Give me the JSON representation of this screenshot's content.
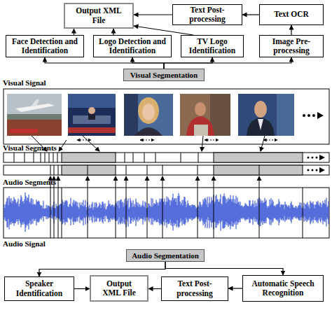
{
  "diagram": {
    "nodes": [
      {
        "text": [
          "Output XML File"
        ]
      },
      {
        "text": [
          "Text Post-processing"
        ]
      },
      {
        "text": [
          "Text OCR"
        ]
      },
      {
        "text": [
          "Face Detection and Identification"
        ]
      },
      {
        "text": [
          "Logo Detection and Identification"
        ]
      },
      {
        "text": [
          "TV Logo Identification"
        ]
      },
      {
        "text": [
          "Image Pre-processing"
        ]
      },
      {
        "text": [
          "Visual Segmentation"
        ]
      },
      {
        "text": [
          "Audio Segmentation"
        ]
      },
      {
        "text": [
          "Speaker Identification"
        ]
      },
      {
        "text": [
          "Output XML File"
        ]
      },
      {
        "text": [
          "Text Post-processing"
        ]
      },
      {
        "text": [
          "Automatic Speech Recognition"
        ]
      }
    ],
    "edges": [
      {
        "from": 2,
        "to": 1,
        "arrow": "to"
      },
      {
        "from": 1,
        "to": 0,
        "arrow": "to"
      },
      {
        "from": 3,
        "to": 0,
        "arrow": "to"
      },
      {
        "from": 4,
        "to": 0,
        "arrow": "to"
      },
      {
        "from": 5,
        "to": 0,
        "arrow": "to"
      },
      {
        "from": 6,
        "to": 2,
        "arrow": "to"
      },
      {
        "from": 7,
        "to": 3,
        "arrow": "to"
      },
      {
        "from": 7,
        "to": 4,
        "arrow": "to"
      },
      {
        "from": 7,
        "to": 5,
        "arrow": "to"
      },
      {
        "from": 7,
        "to": 6,
        "arrow": "to"
      },
      {
        "from": 8,
        "to": 9,
        "arrow": "to"
      },
      {
        "from": 8,
        "to": 12,
        "arrow": "to"
      },
      {
        "from": 9,
        "to": 10,
        "arrow": "to"
      },
      {
        "from": 11,
        "to": 10,
        "arrow": "to"
      },
      {
        "from": 12,
        "to": 11,
        "arrow": "to"
      }
    ],
    "labels": [
      "Visual Signal",
      "Visual Segments",
      "Audio Segments",
      "Audio Signal"
    ]
  }
}
